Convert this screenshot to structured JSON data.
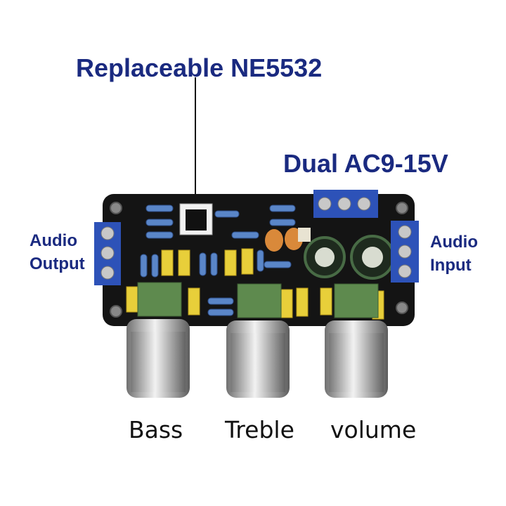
{
  "annotations": {
    "chip": "Replaceable NE5532",
    "power": "Dual AC9-15V",
    "output_line1": "Audio",
    "output_line2": "Output",
    "input_line1": "Audio",
    "input_line2": "Input"
  },
  "knobs": {
    "bass": "Bass",
    "treble": "Treble",
    "volume": "volume"
  },
  "colors": {
    "label_blue": "#1a2a80",
    "pcb_black": "#141414",
    "terminal_blue": "#2d52b8",
    "pot_green": "#5e8a4e",
    "cap_yellow": "#e8cf3a"
  }
}
